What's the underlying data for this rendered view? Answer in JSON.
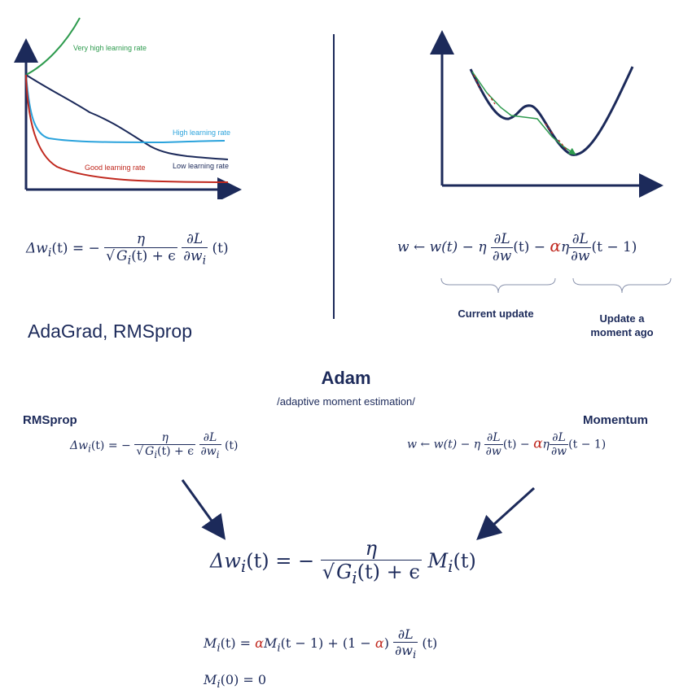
{
  "top_left_chart": {
    "curves": [
      {
        "name": "Very high learning rate",
        "color": "#2e9b4e"
      },
      {
        "name": "High learning rate",
        "color": "#2ba3dc"
      },
      {
        "name": "Low learning rate",
        "color": "#1c2a5a"
      },
      {
        "name": "Good learning rate",
        "color": "#c0281e"
      }
    ],
    "axis_color": "#1c2a5a"
  },
  "adagrad_formula": {
    "lhs": "Δw",
    "sub_i": "i",
    "t_arg": "(t) = −",
    "numerator": "η",
    "denominator_g": "G",
    "denominator_tail": "(t) + ϵ",
    "dL": "∂L",
    "dw": "∂w",
    "tail": "(t)"
  },
  "caption_adagrad": "AdaGrad, RMSprop",
  "momentum_formula": {
    "w": "w",
    "arrow": "←",
    "w_t": "w(t) − η",
    "dL": "∂L",
    "dw": "∂w",
    "t1": "(t) −",
    "alpha": "α",
    "eta": "η",
    "t2": "(t − 1)"
  },
  "brace_labels": {
    "current": "Current update",
    "ago_line1": "Update a",
    "ago_line2": "moment ago"
  },
  "adam": {
    "title": "Adam",
    "subtitle": "/adaptive moment estimation/",
    "rmsprop_label": "RMSprop",
    "momentum_label": "Momentum",
    "main_formula": {
      "lhs": "Δw",
      "sub_i": "i",
      "t_arg": "(t) = −",
      "numerator": "η",
      "denominator_g": "G",
      "denominator_tail": "(t) + ϵ",
      "m": "M",
      "m_tail": "(t)"
    },
    "m_formula": {
      "lhs": "M",
      "a": "(t) = ",
      "alpha": "α",
      "b": "M",
      "c": "(t − 1) + (1 − ",
      "alpha2": "α",
      "d": ")",
      "dL": "∂L",
      "dw": "∂w",
      "tail": "(t)"
    },
    "m_init": {
      "lhs": "M",
      "rest": "(0) = 0"
    }
  },
  "colors": {
    "navy": "#1c2a5a",
    "red": "#c0281e",
    "green": "#2e9b4e",
    "blue": "#2ba3dc"
  }
}
